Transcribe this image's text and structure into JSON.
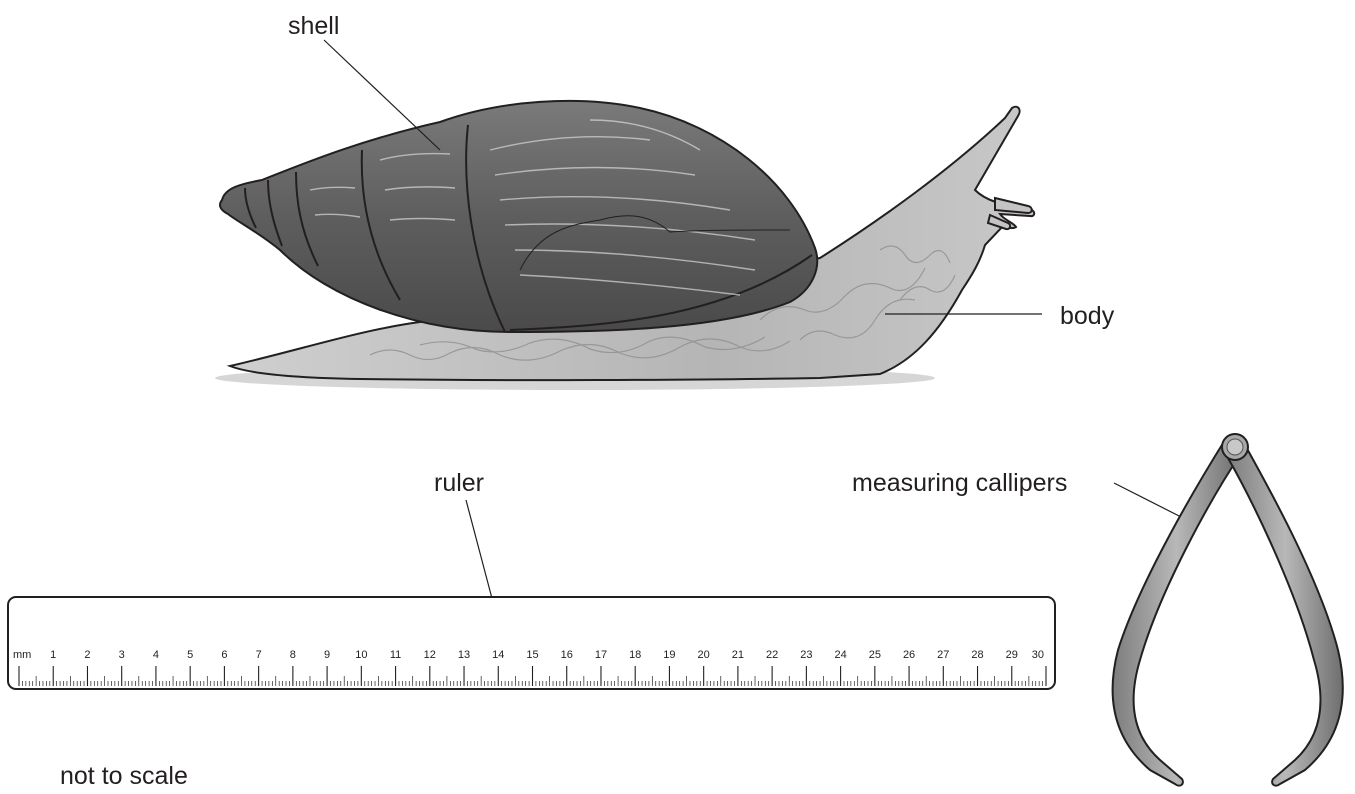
{
  "labels": {
    "shell": "shell",
    "body": "body",
    "ruler": "ruler",
    "callipers": "measuring callipers",
    "note": "not to scale"
  },
  "ruler": {
    "unit": "mm",
    "numbers": [
      "1",
      "2",
      "3",
      "4",
      "5",
      "6",
      "7",
      "8",
      "9",
      "10",
      "11",
      "12",
      "13",
      "14",
      "15",
      "16",
      "17",
      "18",
      "19",
      "20",
      "21",
      "22",
      "23",
      "24",
      "25",
      "26",
      "27",
      "28",
      "29",
      "30"
    ]
  },
  "colors": {
    "ink": "#231f20",
    "shell_dark": "#5a5a5a",
    "shell_light": "#8a8a8a",
    "body": "#bcbcbc",
    "shadow": "#d4d4d4",
    "metal": "#9a9a9a"
  }
}
